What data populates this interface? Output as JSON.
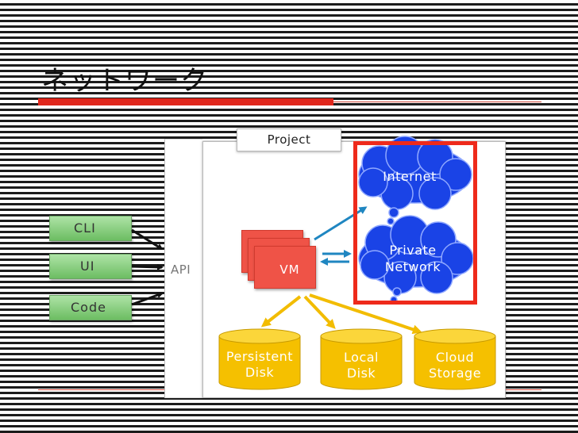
{
  "slide": {
    "title": "ネットワーク"
  },
  "diagram": {
    "project_label": "Project",
    "api_label": "API",
    "clients": [
      "CLI",
      "UI",
      "Code"
    ],
    "vm_label": "VM",
    "networks": {
      "internet": "Internet",
      "private_line1": "Private",
      "private_line2": "Network"
    },
    "storage": [
      {
        "line1": "Persistent",
        "line2": "Disk"
      },
      {
        "line1": "Local",
        "line2": "Disk"
      },
      {
        "line1": "Cloud",
        "line2": "Storage"
      }
    ]
  },
  "colors": {
    "accent_red": "#e0271c",
    "client_green": "#6cbd62",
    "vm_red": "#ef5347",
    "cloud_blue": "#1a43e6",
    "storage_yellow": "#f5c000",
    "arrow_blue": "#1f86c1",
    "arrow_yellow": "#f2bc00"
  }
}
